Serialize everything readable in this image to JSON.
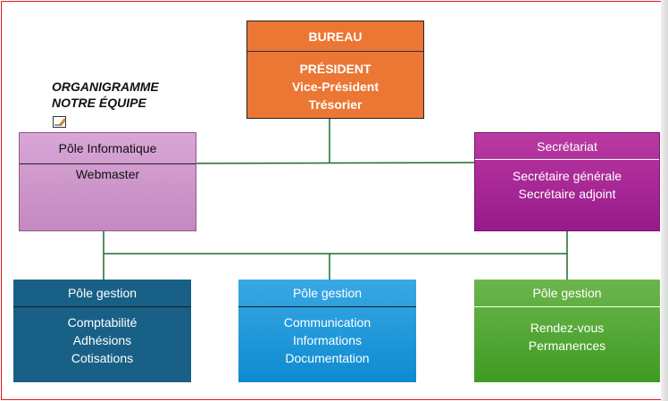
{
  "title": {
    "line1": "ORGANIGRAMME",
    "line2": "NOTRE ÉQUIPE"
  },
  "bureau": {
    "header": "BUREAU",
    "lines": [
      "PRÉSIDENT",
      "Vice-Président",
      "Trésorier"
    ]
  },
  "pole_informatique": {
    "header": "Pôle Informatique",
    "lines": [
      "Webmaster"
    ]
  },
  "secretariat": {
    "header": "Secrétariat",
    "lines": [
      "Secrétaire générale",
      "Secrétaire adjoint"
    ]
  },
  "pole_gestion_1": {
    "header": "Pôle gestion",
    "lines": [
      "Comptabilité",
      "Adhésions",
      "Cotisations"
    ]
  },
  "pole_gestion_2": {
    "header": "Pôle gestion",
    "lines": [
      "Communication",
      "Informations",
      "Documentation"
    ]
  },
  "pole_gestion_3": {
    "header": "Pôle gestion",
    "lines": [
      "Rendez-vous",
      "Permanences"
    ]
  },
  "colors": {
    "frame": "#e8171b",
    "connector": "#1e6b2e",
    "bureau": "#ec7634",
    "informatique": "#c98fc6",
    "secretariat": "#a2208f",
    "gestion_1": "#186086",
    "gestion_2": "#1592d8",
    "gestion_3": "#4fa52e"
  }
}
